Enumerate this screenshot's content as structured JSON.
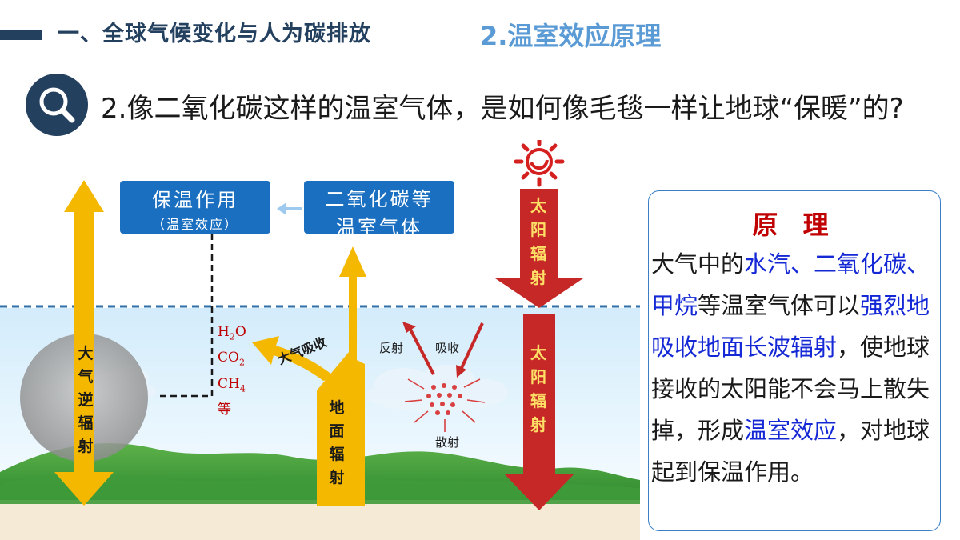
{
  "header": {
    "section_title": "一、全球气候变化与人为碳排放",
    "topic_title": "2.温室效应原理"
  },
  "question": {
    "icon": "search-icon",
    "text": "2.像二氧化碳这样的温室气体，是如何像毛毯一样让地球“保暖”的?"
  },
  "diagram": {
    "box_warming": {
      "line1": "保温作用",
      "line2": "（温室效应）"
    },
    "box_gases": {
      "line1": "二氧化碳等",
      "line2": "温室气体"
    },
    "gases": {
      "h2o": "H",
      "h2o_sub": "2",
      "h2o_tail": "O",
      "co2": "CO",
      "co2_sub": "2",
      "ch4": "CH",
      "ch4_sub": "4",
      "etc": "等"
    },
    "label_absorb_atmo": "大气吸收",
    "label_reflect": "反射",
    "label_absorb": "吸收",
    "label_scatter": "散射",
    "label_counter_radiation": "大气逆辐射",
    "label_ground_radiation": "地面辐射",
    "label_solar_radiation_top": "太阳辐射",
    "label_solar_radiation_bottom": "太阳辐射",
    "colors": {
      "yellow_arrow": "#f5b800",
      "red_arrow": "#c62828",
      "box_blue": "#1a6fc0",
      "gas_red": "#c00000"
    }
  },
  "principle": {
    "title": "原 理",
    "p1": "大气中的",
    "h1": "水汽、二氧化碳、甲烷",
    "p2": "等温室气体可以",
    "h2": "强烈地吸收地面长波辐射",
    "p3": "，使地球接收的太阳能不会马上散失掉，形成",
    "h3": "温室效应",
    "p4": "，对地球起到保温作用。"
  }
}
